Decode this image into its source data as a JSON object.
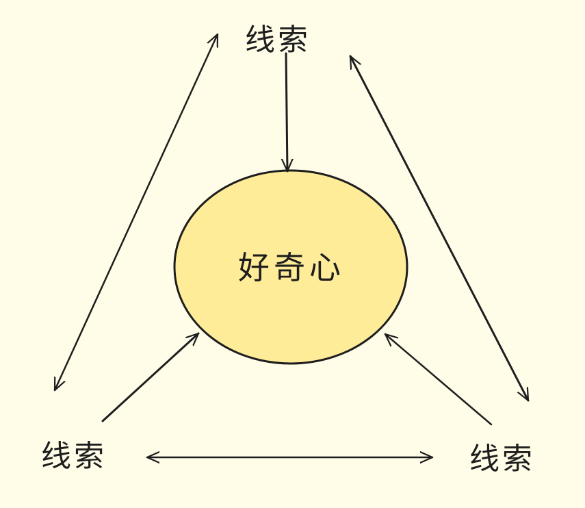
{
  "center_node": {
    "label": "好奇心"
  },
  "nodes": [
    {
      "label": "线索"
    },
    {
      "label": "线索"
    },
    {
      "label": "线索"
    }
  ],
  "colors": {
    "background": "#fffce8",
    "ellipse_fill": "#ffec99",
    "stroke": "#1e1e1e"
  }
}
